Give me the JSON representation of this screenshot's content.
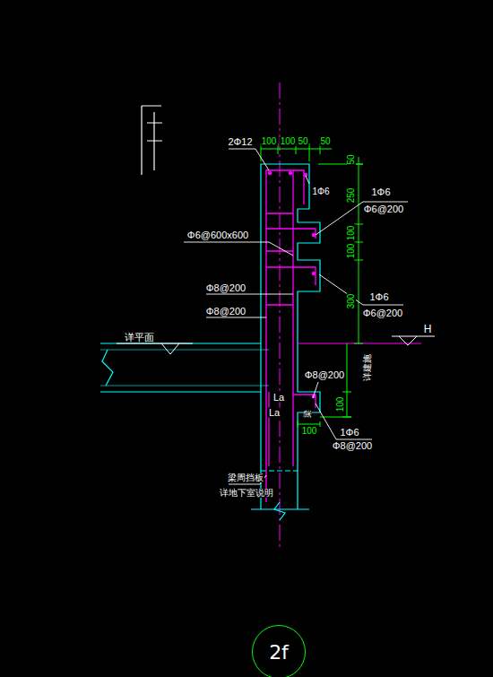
{
  "diagram": {
    "nodes": [
      {
        "text": [
          "2f"
        ]
      }
    ],
    "labels": [
      "100",
      "100",
      "50",
      "50",
      "2Φ12",
      "50",
      "1Φ6",
      "250",
      "1Φ6",
      "Φ6@200",
      "Φ6@600x600",
      "100",
      "100",
      "Φ8@200",
      "Φ8@200",
      "1Φ6",
      "Φ6@200",
      "300",
      "详平面",
      "H",
      "Φ8@200",
      "详建施",
      "La",
      "La",
      "100",
      "梁",
      "100",
      "1Φ6",
      "Φ8@200",
      "梁周挡板",
      "详地下室说明"
    ]
  }
}
